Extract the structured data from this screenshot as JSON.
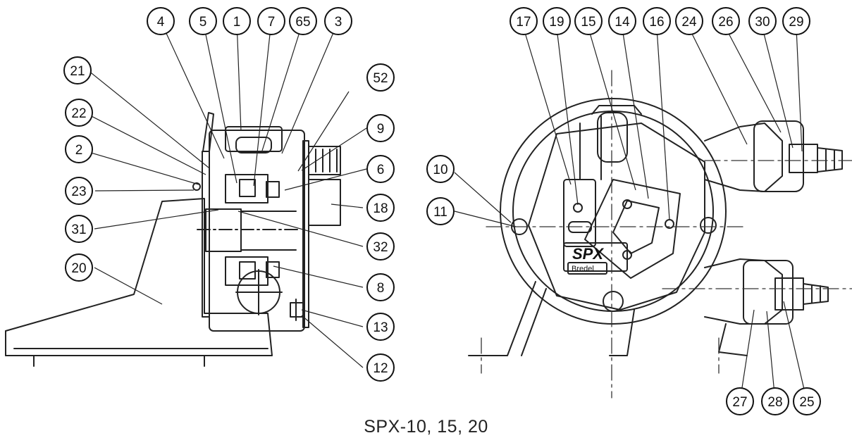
{
  "caption": "SPX-10, 15, 20",
  "side_view": {
    "callouts": [
      "4",
      "5",
      "1",
      "7",
      "65",
      "3",
      "21",
      "52",
      "22",
      "9",
      "2",
      "6",
      "23",
      "18",
      "31",
      "32",
      "20",
      "8",
      "13",
      "12"
    ]
  },
  "front_view": {
    "callouts": [
      "17",
      "19",
      "15",
      "14",
      "16",
      "24",
      "26",
      "30",
      "29",
      "10",
      "11",
      "27",
      "28",
      "25"
    ],
    "logo_text": "SPX",
    "brand_text": "Bredel"
  }
}
